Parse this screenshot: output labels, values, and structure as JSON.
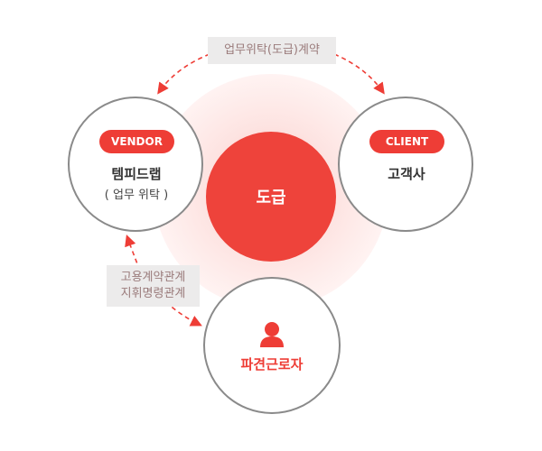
{
  "colors": {
    "accent": "#ee3d36",
    "circle_border": "#8a8a8a",
    "label_bg": "#ecebeb",
    "label_text": "#9a7b7b"
  },
  "contract_label": "업무위탁(도급)계약",
  "relation_label": [
    "고용계약관계",
    "지휘명령관계"
  ],
  "center": {
    "label": "도급"
  },
  "vendor": {
    "badge": "VENDOR",
    "name": "템피드랩",
    "sub": "( 업무 위탁 )"
  },
  "client": {
    "badge": "CLIENT",
    "name": "고객사"
  },
  "worker": {
    "icon": "person-icon",
    "name": "파견근로자"
  }
}
